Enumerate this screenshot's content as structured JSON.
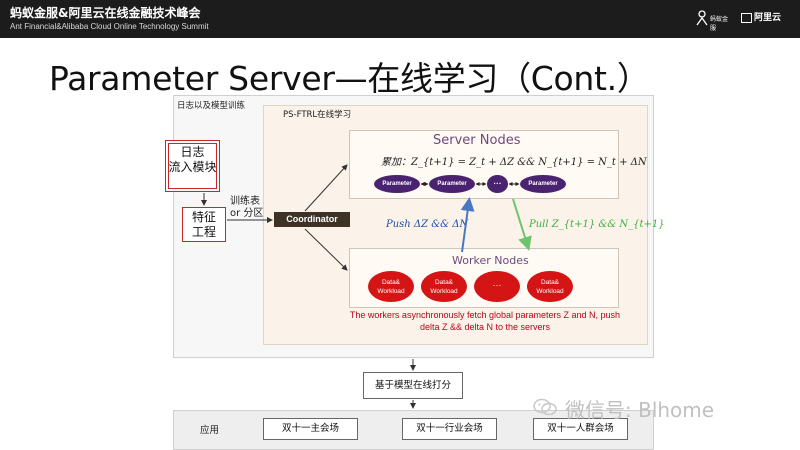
{
  "header": {
    "event_title": "蚂蚁金服&阿里云在线金融技术峰会",
    "event_subtitle": "Ant Financial&Alibaba Cloud Online Technology Summit",
    "logo_ant_text": "蚂蚁金服",
    "logo_aliyun_text": "阿里云"
  },
  "slide": {
    "title": "Parameter Server—在线学习（Cont.）"
  },
  "diagram": {
    "outer_label": "日志以及模型训练",
    "inner_label": "PS-FTRL在线学习",
    "log_inflow_box": "日志\n流入模块",
    "feature_box": "特征\n工程",
    "train_label": "训练表\nor 分区",
    "coordinator": "Coordinator",
    "server": {
      "title": "Server Nodes",
      "accumulate": "累加：Z_{t+1} = Z_t + ΔZ && N_{t+1} = N_t + ΔN",
      "nodes": [
        "Parameter",
        "Parameter",
        "···",
        "Parameter"
      ]
    },
    "push_label": "Push ΔZ && ΔN",
    "pull_label": "Pull Z_{t+1} && N_{t+1}",
    "worker": {
      "title": "Worker Nodes",
      "nodes": [
        "Data&\nWorkload",
        "Data&\nWorkload",
        "···",
        "Data&\nWorkload"
      ]
    },
    "workers_note": "The workers asynchronously fetch global parameters  Z and N, push delta Z &&  delta N to the servers",
    "online_scoring": "基于模型在线打分",
    "app_label": "应用",
    "apps": [
      "双十一主会场",
      "双十一行业会场",
      "双十一人群会场"
    ]
  },
  "watermark": {
    "text": "微信号: Blhome"
  },
  "colors": {
    "header_bg": "#1c1c1c",
    "param_node": "#4a2370",
    "worker_node": "#d51515",
    "push_arrow": "#4a78c0",
    "pull_arrow": "#6cc46c",
    "note_text": "#c0001a"
  }
}
